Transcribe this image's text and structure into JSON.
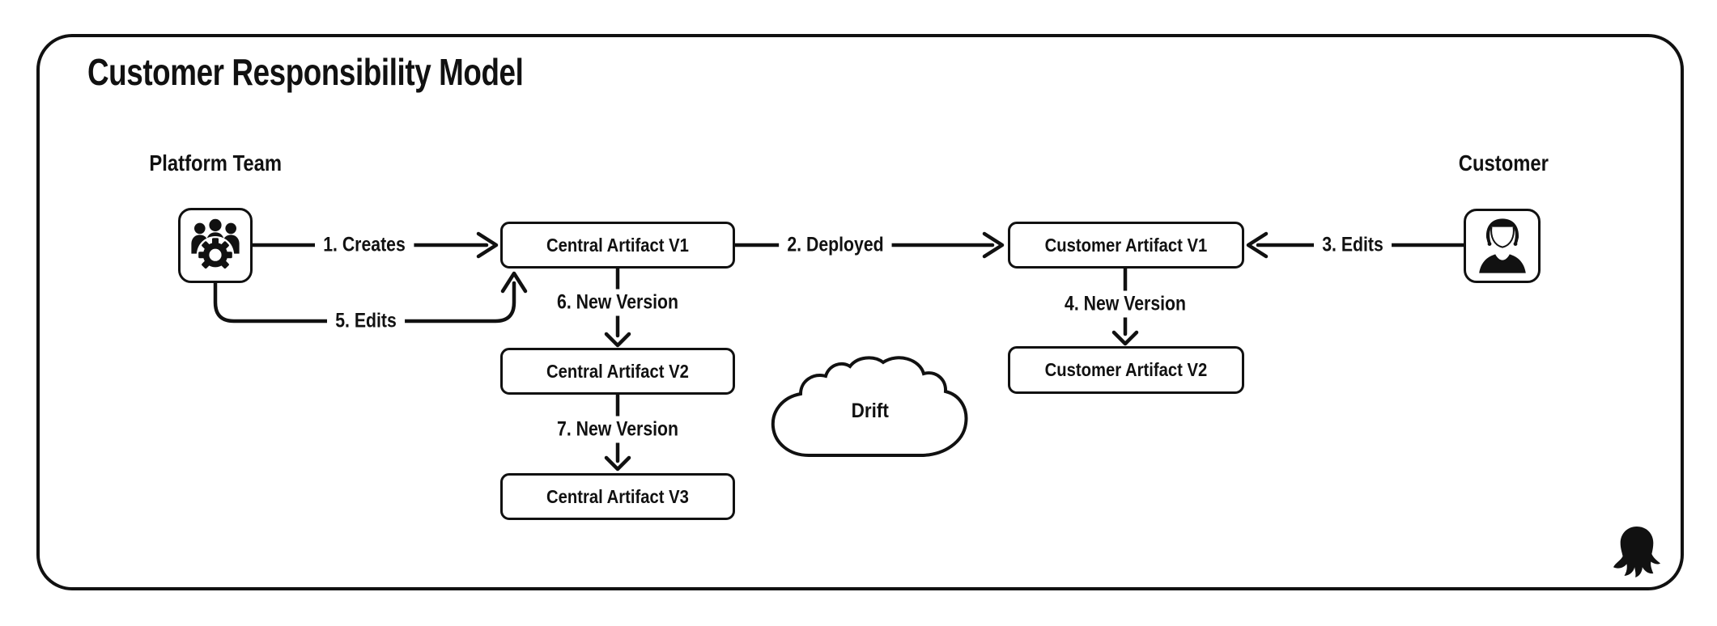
{
  "title": "Customer Responsibility Model",
  "actors": {
    "platform": {
      "label": "Platform Team",
      "icon": "team-gear-icon"
    },
    "customer": {
      "label": "Customer",
      "icon": "woman-face-icon"
    }
  },
  "nodes": {
    "central_v1": {
      "label": "Central Artifact V1"
    },
    "central_v2": {
      "label": "Central Artifact V2"
    },
    "central_v3": {
      "label": "Central Artifact V3"
    },
    "customer_v1": {
      "label": "Customer Artifact V1"
    },
    "customer_v2": {
      "label": "Customer Artifact V2"
    }
  },
  "edges": {
    "creates": {
      "label": "1. Creates",
      "from": "platform-team",
      "to": "central-artifact-v1"
    },
    "deployed": {
      "label": "2. Deployed",
      "from": "central-artifact-v1",
      "to": "customer-artifact-v1"
    },
    "customer_edits": {
      "label": "3. Edits",
      "from": "customer",
      "to": "customer-artifact-v1"
    },
    "customer_newv": {
      "label": "4. New Version",
      "from": "customer-artifact-v1",
      "to": "customer-artifact-v2"
    },
    "platform_edits": {
      "label": "5. Edits",
      "from": "platform-team",
      "to": "central-artifact-v1"
    },
    "central_newv1": {
      "label": "6. New Version",
      "from": "central-artifact-v1",
      "to": "central-artifact-v2"
    },
    "central_newv2": {
      "label": "7. New Version",
      "from": "central-artifact-v2",
      "to": "central-artifact-v3"
    }
  },
  "cloud": {
    "label": "Drift",
    "shape": "cloud-shape"
  },
  "branding": {
    "logo": "octopus-icon"
  },
  "colors": {
    "ink": "#111111",
    "paper": "#ffffff"
  }
}
